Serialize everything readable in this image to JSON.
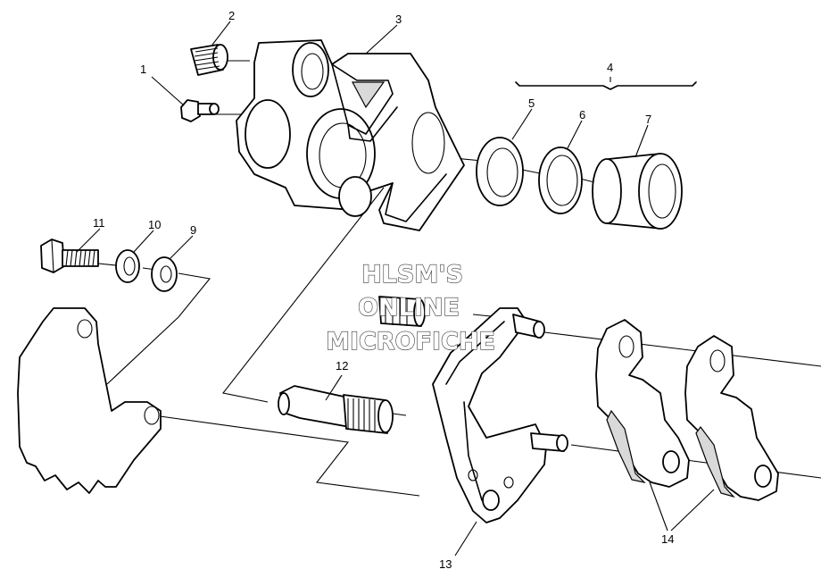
{
  "callouts": {
    "c1": "1",
    "c2": "2",
    "c3": "3",
    "c4": "4",
    "c5": "5",
    "c6": "6",
    "c7": "7",
    "c9": "9",
    "c10": "10",
    "c11": "11",
    "c12": "12",
    "c13": "13",
    "c14": "14"
  },
  "watermark": {
    "line1": "HLSM'S",
    "line2": "ONLINE",
    "line3": "MICROFICHE"
  },
  "colors": {
    "ink": "#000000",
    "paper": "#ffffff",
    "shade": "#d9d9d9"
  }
}
